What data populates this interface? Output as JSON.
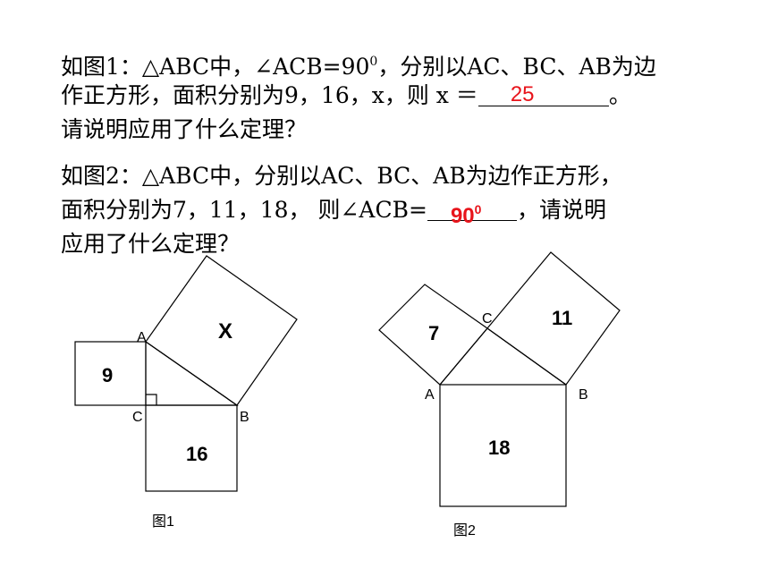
{
  "q1": {
    "line1": "如图1：△ABC中，∠ACB=90",
    "line1_sup": "0",
    "line1_tail": "，分别以AC、BC、AB为边",
    "line2_pre": "作正方形，面积分别为9，16，x，则 x ＝",
    "answer": "25",
    "line2_post": "。",
    "line3": "请说明应用了什么定理？"
  },
  "q2": {
    "line1": "如图2：△ABC中，分别以AC、BC、AB为边作正方形，",
    "line2_pre": "面积分别为7，11，18，  则∠ACB=",
    "answer": "90",
    "answer_sup": "0",
    "line2_post": "，请说明",
    "line3": "应用了什么定理？"
  },
  "figure1": {
    "square_small": "9",
    "square_bottom": "16",
    "square_hyp": "X",
    "vertex_a": "A",
    "vertex_b": "B",
    "vertex_c": "C",
    "caption": "图1"
  },
  "figure2": {
    "square_left": "7",
    "square_right": "11",
    "square_bottom": "18",
    "vertex_a": "A",
    "vertex_b": "B",
    "vertex_c": "C",
    "caption": "图2"
  },
  "colors": {
    "answer": "#e8141b",
    "text": "#000000"
  }
}
